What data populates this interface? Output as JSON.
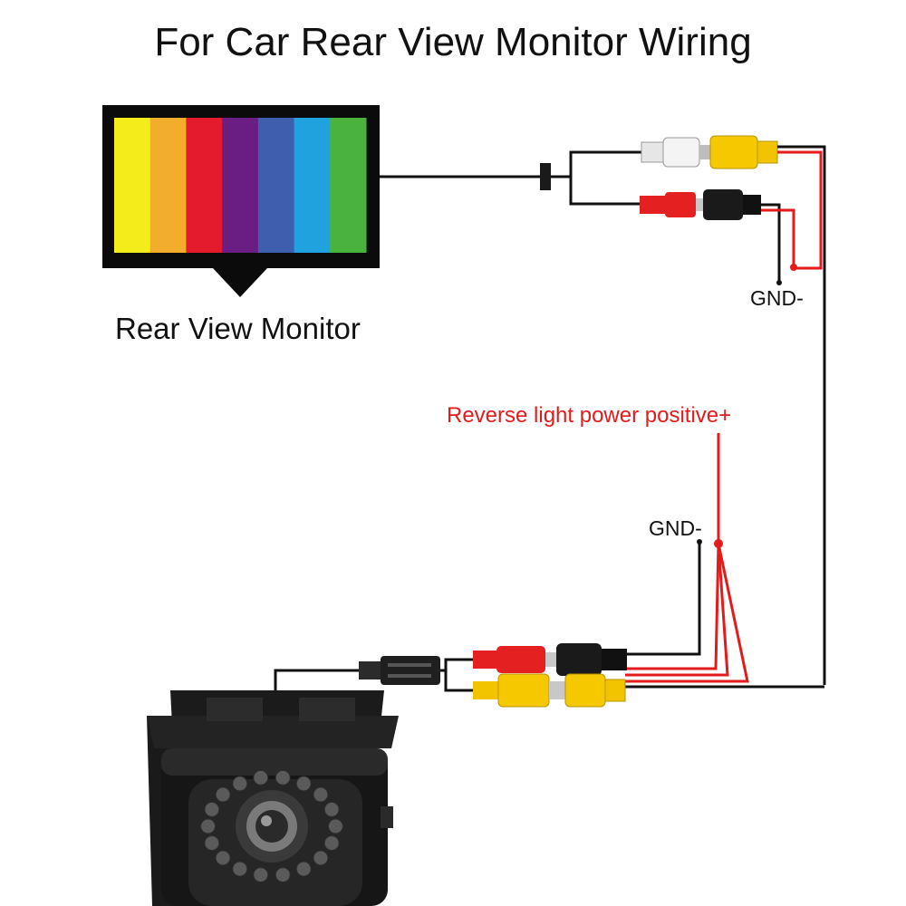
{
  "title": "For Car Rear View Monitor Wiring",
  "monitor": {
    "label": "Rear View Monitor",
    "color_bars": [
      "#f5ec1c",
      "#f2ad2a",
      "#e41b2c",
      "#6a1e83",
      "#3e5fad",
      "#1fa2dd",
      "#4ab33e"
    ]
  },
  "labels": {
    "gnd_top": "GND-",
    "gnd_bottom": "GND-",
    "reverse_power": "Reverse light power positive+"
  },
  "colors": {
    "wire_black": "#111111",
    "wire_red": "#e31b1b",
    "rca_yellow": "#f6c800",
    "rca_white": "#eeeeee",
    "rca_red": "#e52020",
    "connector_black": "#1a1a1a"
  }
}
